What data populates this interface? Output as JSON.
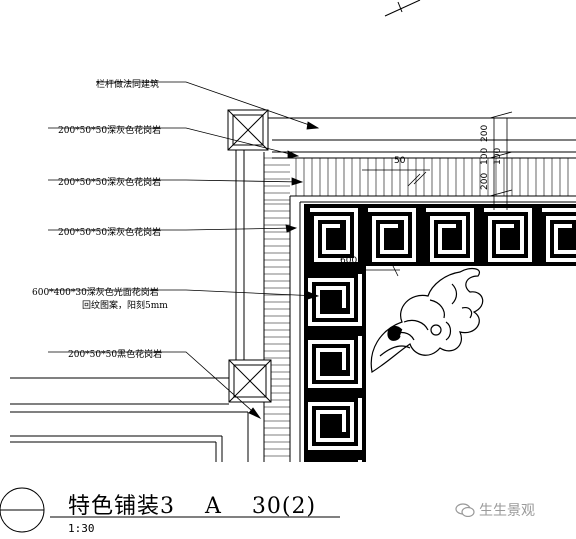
{
  "labels": {
    "railing": "栏杆做法同建筑",
    "granite_a": "200*50*50深灰色花岗岩",
    "granite_b": "200*50*50深灰色花岗岩",
    "granite_c": "200*50*50深灰色花岗岩",
    "panel_line1": "600*400*30深灰色光面花岗岩",
    "panel_line2": "回纹图案，阳刻5mm",
    "black_granite": "200*50*50黑色花岗岩"
  },
  "dimensions": {
    "d50": "50",
    "d600": "600",
    "d200": "200",
    "d100": "100",
    "d200b": "200",
    "d100b": "100"
  },
  "title": {
    "name": "特色铺装3",
    "sheet": "A",
    "ref": "30(2)",
    "scale": "1:30"
  },
  "watermark": "生生景观"
}
